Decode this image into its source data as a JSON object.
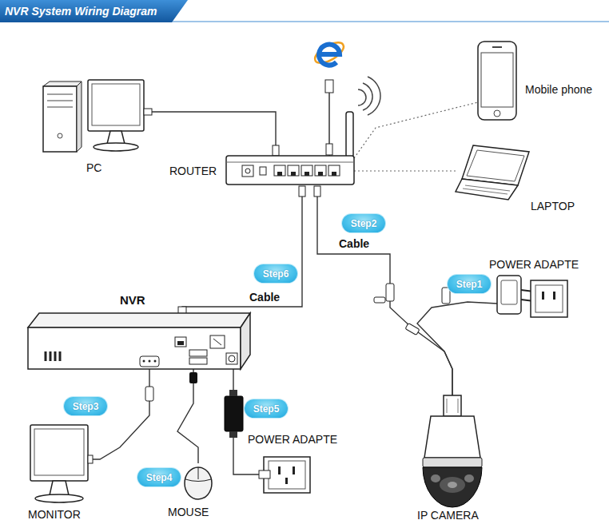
{
  "diagram": {
    "title": "NVR System Wiring Diagram",
    "nodes": [
      {
        "text": [
          "Mobile phone"
        ]
      },
      {
        "text": [
          "PC"
        ]
      },
      {
        "text": [
          "ROUTER"
        ]
      },
      {
        "text": [
          "LAPTOP"
        ]
      },
      {
        "text": [
          "Step2"
        ]
      },
      {
        "text": [
          "Step6"
        ]
      },
      {
        "text": [
          "POWER ADAPTE"
        ]
      },
      {
        "text": [
          "Step1"
        ]
      },
      {
        "text": [
          "NVR"
        ]
      },
      {
        "text": [
          "Step3"
        ]
      },
      {
        "text": [
          "Step5"
        ]
      },
      {
        "text": [
          "POWER ADAPTE"
        ]
      },
      {
        "text": [
          "Step4"
        ]
      },
      {
        "text": [
          "MONITOR"
        ]
      },
      {
        "text": [
          "MOUSE"
        ]
      },
      {
        "text": [
          "IP CAMERA"
        ]
      }
    ],
    "edges": [
      {
        "from": 1,
        "to": 2,
        "arrow": "none"
      },
      {
        "from": 2,
        "to": 0,
        "arrow": "none"
      },
      {
        "from": 2,
        "to": 3,
        "arrow": "none"
      },
      {
        "from": 2,
        "to": 15,
        "label": "Cable",
        "arrow": "none"
      },
      {
        "from": 6,
        "to": 15,
        "arrow": "none"
      },
      {
        "from": 8,
        "to": 2,
        "label": "Cable",
        "arrow": "none"
      },
      {
        "from": 8,
        "to": 13,
        "arrow": "none"
      },
      {
        "from": 8,
        "to": 14,
        "arrow": "none"
      },
      {
        "from": 8,
        "to": 11,
        "arrow": "none"
      }
    ]
  }
}
